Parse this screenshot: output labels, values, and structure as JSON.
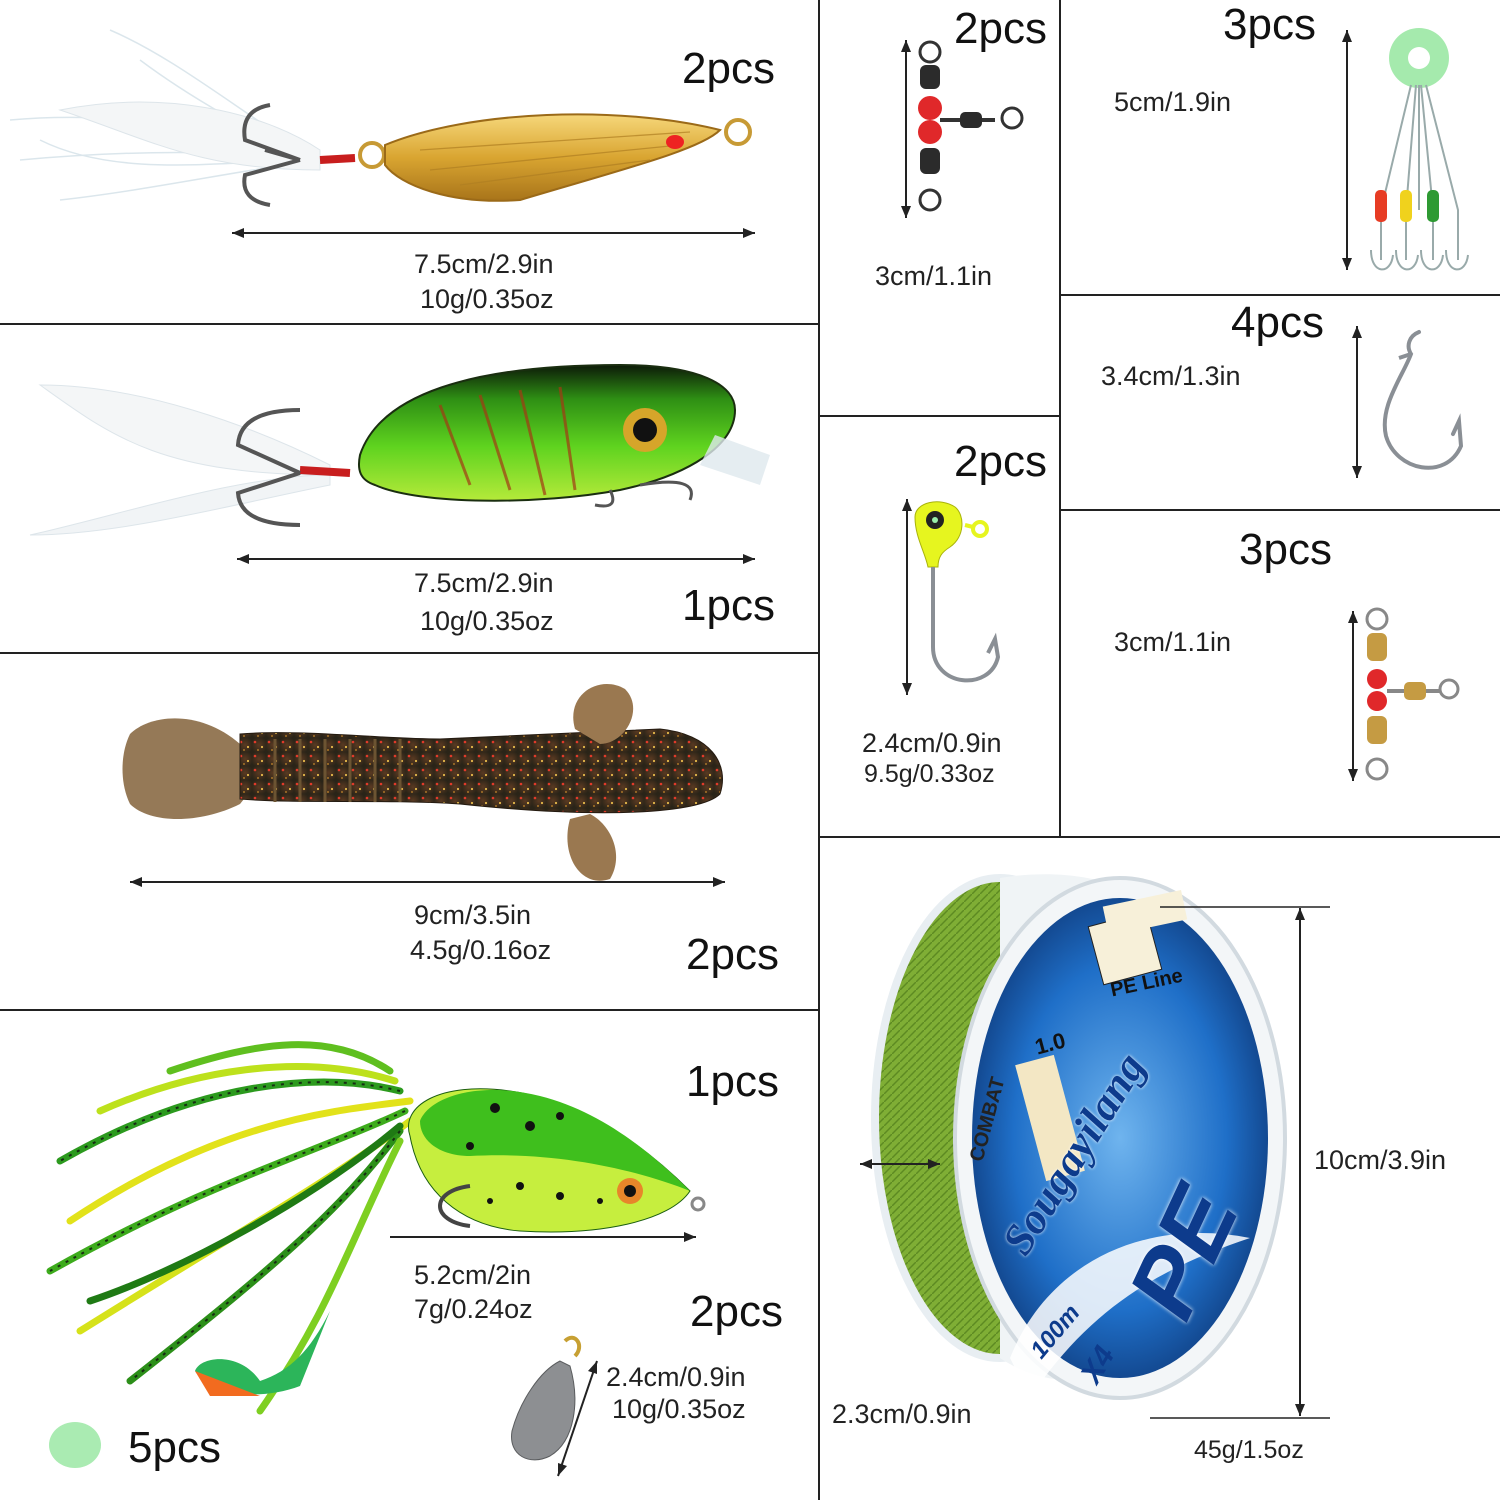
{
  "products": [
    {
      "id": "spoon-lure",
      "count": "2pcs",
      "size": "7.5cm/2.9in",
      "weight": "10g/0.35oz"
    },
    {
      "id": "crank-bait",
      "count": "1pcs",
      "size": "7.5cm/2.9in",
      "weight": "10g/0.35oz"
    },
    {
      "id": "soft-bait",
      "count": "2pcs",
      "size": "9cm/3.5in",
      "weight": "4.5g/0.16oz"
    },
    {
      "id": "frog-lure",
      "count": "1pcs",
      "size": "5.2cm/2in",
      "weight": "7g/0.24oz"
    },
    {
      "id": "sinker",
      "count": "2pcs",
      "size": "2.4cm/0.9in",
      "weight": "10g/0.35oz"
    },
    {
      "id": "beads",
      "count": "5pcs"
    },
    {
      "id": "swivel-small",
      "count": "2pcs",
      "size": "3cm/1.1in"
    },
    {
      "id": "bobber-stopper",
      "count": "3pcs",
      "size": "5cm/1.9in"
    },
    {
      "id": "worm-hook",
      "count": "4pcs",
      "size": "3.4cm/1.3in"
    },
    {
      "id": "jig-head",
      "count": "2pcs",
      "size": "2.4cm/0.9in",
      "weight": "9.5g/0.33oz"
    },
    {
      "id": "three-way-swivel",
      "count": "3pcs",
      "size": "3cm/1.1in"
    },
    {
      "id": "pe-line",
      "size": "10cm/3.9in",
      "width": "2.3cm/0.9in",
      "weight": "45g/1.5oz",
      "spool_text": {
        "brand": "Sougayilang",
        "type": "PE",
        "badge": "PE Line",
        "combat": "COMBAT",
        "length": "100m",
        "strands": "X4",
        "spec": "1.0"
      }
    }
  ],
  "colors": {
    "gold": "#d9a531",
    "green": "#3fbf1d",
    "line_green": "#7fae35",
    "spool_blue": "#1f6fc8",
    "glow": "#9be8a4"
  }
}
